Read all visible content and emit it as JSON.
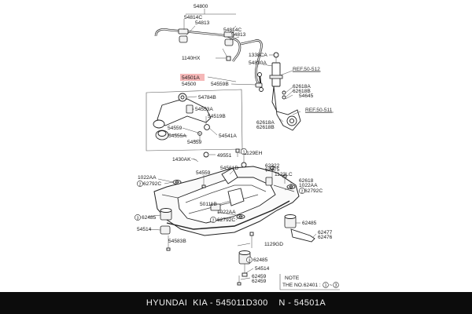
{
  "labels": [
    {
      "id": "p54800",
      "text": "54800"
    },
    {
      "id": "p54814c_a",
      "text": "54814C"
    },
    {
      "id": "p54813_a",
      "text": "54813"
    },
    {
      "id": "p54814c_b",
      "text": "54814C"
    },
    {
      "id": "p54813_b",
      "text": "54813"
    },
    {
      "id": "p1140hx",
      "text": "1140HX"
    },
    {
      "id": "p1338ca",
      "text": "1338CA"
    },
    {
      "id": "p54830a",
      "text": "54830A"
    },
    {
      "id": "p54501a",
      "text": "54501A"
    },
    {
      "id": "p54500",
      "text": "54500"
    },
    {
      "id": "p54559b",
      "text": "54559B"
    },
    {
      "id": "p62618a",
      "text": "62618A"
    },
    {
      "id": "p62618b",
      "text": "62618B"
    },
    {
      "id": "p54645",
      "text": "54645"
    },
    {
      "id": "p54784b",
      "text": "54784B"
    },
    {
      "id": "p54553a",
      "text": "54553A"
    },
    {
      "id": "p54519b",
      "text": "54519B"
    },
    {
      "id": "p54559_a",
      "text": "54559"
    },
    {
      "id": "p54555a",
      "text": "54555A"
    },
    {
      "id": "p54541a",
      "text": "54541A"
    },
    {
      "id": "p54559_b",
      "text": "54559"
    },
    {
      "id": "p62618a_2",
      "text": "62618A"
    },
    {
      "id": "p62618b_2",
      "text": "62618B"
    },
    {
      "id": "p1430ak",
      "text": "1430AK"
    },
    {
      "id": "p49551",
      "text": "49551"
    },
    {
      "id": "p1129eh",
      "text": "1129EH"
    },
    {
      "id": "p62322",
      "text": "62322"
    },
    {
      "id": "p62475",
      "text": "62475"
    },
    {
      "id": "p1123lc",
      "text": "1123LC"
    },
    {
      "id": "p54559_c",
      "text": "54559"
    },
    {
      "id": "p54561d",
      "text": "54561D"
    },
    {
      "id": "p1022aa_a",
      "text": "1022AA"
    },
    {
      "id": "p62792c_a",
      "text": "62792C"
    },
    {
      "id": "p62618",
      "text": "62618"
    },
    {
      "id": "p1022aa_b",
      "text": "1022AA"
    },
    {
      "id": "p62792c_b",
      "text": "62792C"
    },
    {
      "id": "p50111b",
      "text": "50111B"
    },
    {
      "id": "p1022aa_c",
      "text": "1022AA"
    },
    {
      "id": "p62792c_c",
      "text": "62792C"
    },
    {
      "id": "p62485_a",
      "text": "62485"
    },
    {
      "id": "p62485_b",
      "text": "62485"
    },
    {
      "id": "p54514_a",
      "text": "54514"
    },
    {
      "id": "p54583b",
      "text": "54583B"
    },
    {
      "id": "p62477",
      "text": "62477"
    },
    {
      "id": "p62476",
      "text": "62476"
    },
    {
      "id": "p1129gd",
      "text": "1129GD"
    },
    {
      "id": "p62485_c",
      "text": "62485"
    },
    {
      "id": "p54514_b",
      "text": "54514"
    },
    {
      "id": "p62459_a",
      "text": "62459"
    },
    {
      "id": "p62459_b",
      "text": "62459"
    }
  ],
  "refs": [
    {
      "id": "ref512",
      "text": "REF.50-512"
    },
    {
      "id": "ref511",
      "text": "REF.50-511"
    }
  ],
  "circled": {
    "one": "1",
    "two": "2",
    "three": "3"
  },
  "note": {
    "title": "NOTE",
    "prefix": "THE NO.62401 : ",
    "sep": "~"
  },
  "footer": {
    "text": "HYUNDAI  KIA - 545011D300    N - 54501A"
  },
  "colors": {
    "highlight": "#f5b8b8",
    "footer_bg": "#0c0c0c",
    "footer_text": "#f2f2f2"
  }
}
